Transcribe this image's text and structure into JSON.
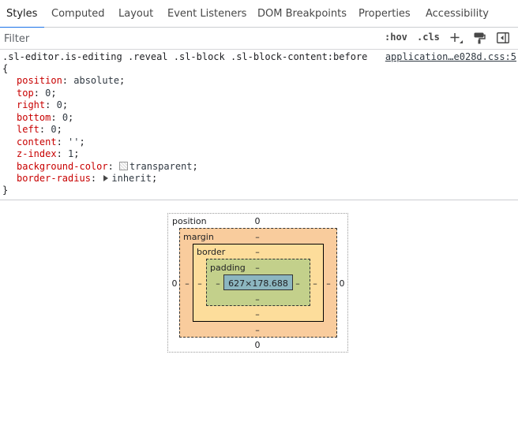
{
  "tabs": [
    {
      "label": "Styles",
      "active": true
    },
    {
      "label": "Computed",
      "active": false
    },
    {
      "label": "Layout",
      "active": false
    },
    {
      "label": "Event Listeners",
      "active": false
    },
    {
      "label": "DOM Breakpoints",
      "active": false
    },
    {
      "label": "Properties",
      "active": false
    },
    {
      "label": "Accessibility",
      "active": false
    }
  ],
  "filter": {
    "placeholder": "Filter",
    "hov_label": ":hov",
    "cls_label": ".cls",
    "new_rule_icon": "plus-icon",
    "paint_icon": "paint-roller-icon",
    "sidebar_icon": "toggle-sidebar-icon"
  },
  "rule": {
    "selector": ".sl-editor.is-editing .reveal .sl-block .sl-block-content:before",
    "source": "application…e028d.css:5",
    "open_brace": "{",
    "close_brace": "}",
    "declarations": [
      {
        "prop": "position",
        "value": "absolute"
      },
      {
        "prop": "top",
        "value": "0"
      },
      {
        "prop": "right",
        "value": "0"
      },
      {
        "prop": "bottom",
        "value": "0"
      },
      {
        "prop": "left",
        "value": "0"
      },
      {
        "prop": "content",
        "value": "''"
      },
      {
        "prop": "z-index",
        "value": "1"
      },
      {
        "prop": "background-color",
        "value": "transparent"
      },
      {
        "prop": "border-radius",
        "value": "inherit"
      }
    ]
  },
  "box_model": {
    "position_label": "position",
    "position_top": "0",
    "position_bottom": "0",
    "position_left": "0",
    "position_right": "0",
    "margin_label": "margin",
    "margin_top": "–",
    "margin_bottom": "–",
    "margin_left": "–",
    "margin_right": "–",
    "border_label": "border",
    "border_top": "–",
    "border_bottom": "–",
    "border_left": "–",
    "border_right": "–",
    "padding_label": "padding",
    "padding_top": "–",
    "padding_bottom": "–",
    "padding_left": "–",
    "padding_right": "–",
    "content_size": "627×178.688",
    "colors": {
      "margin": "#f9cc9d",
      "border": "#fddd9b",
      "padding": "#c3d08b",
      "content": "#8cb6c0"
    }
  }
}
